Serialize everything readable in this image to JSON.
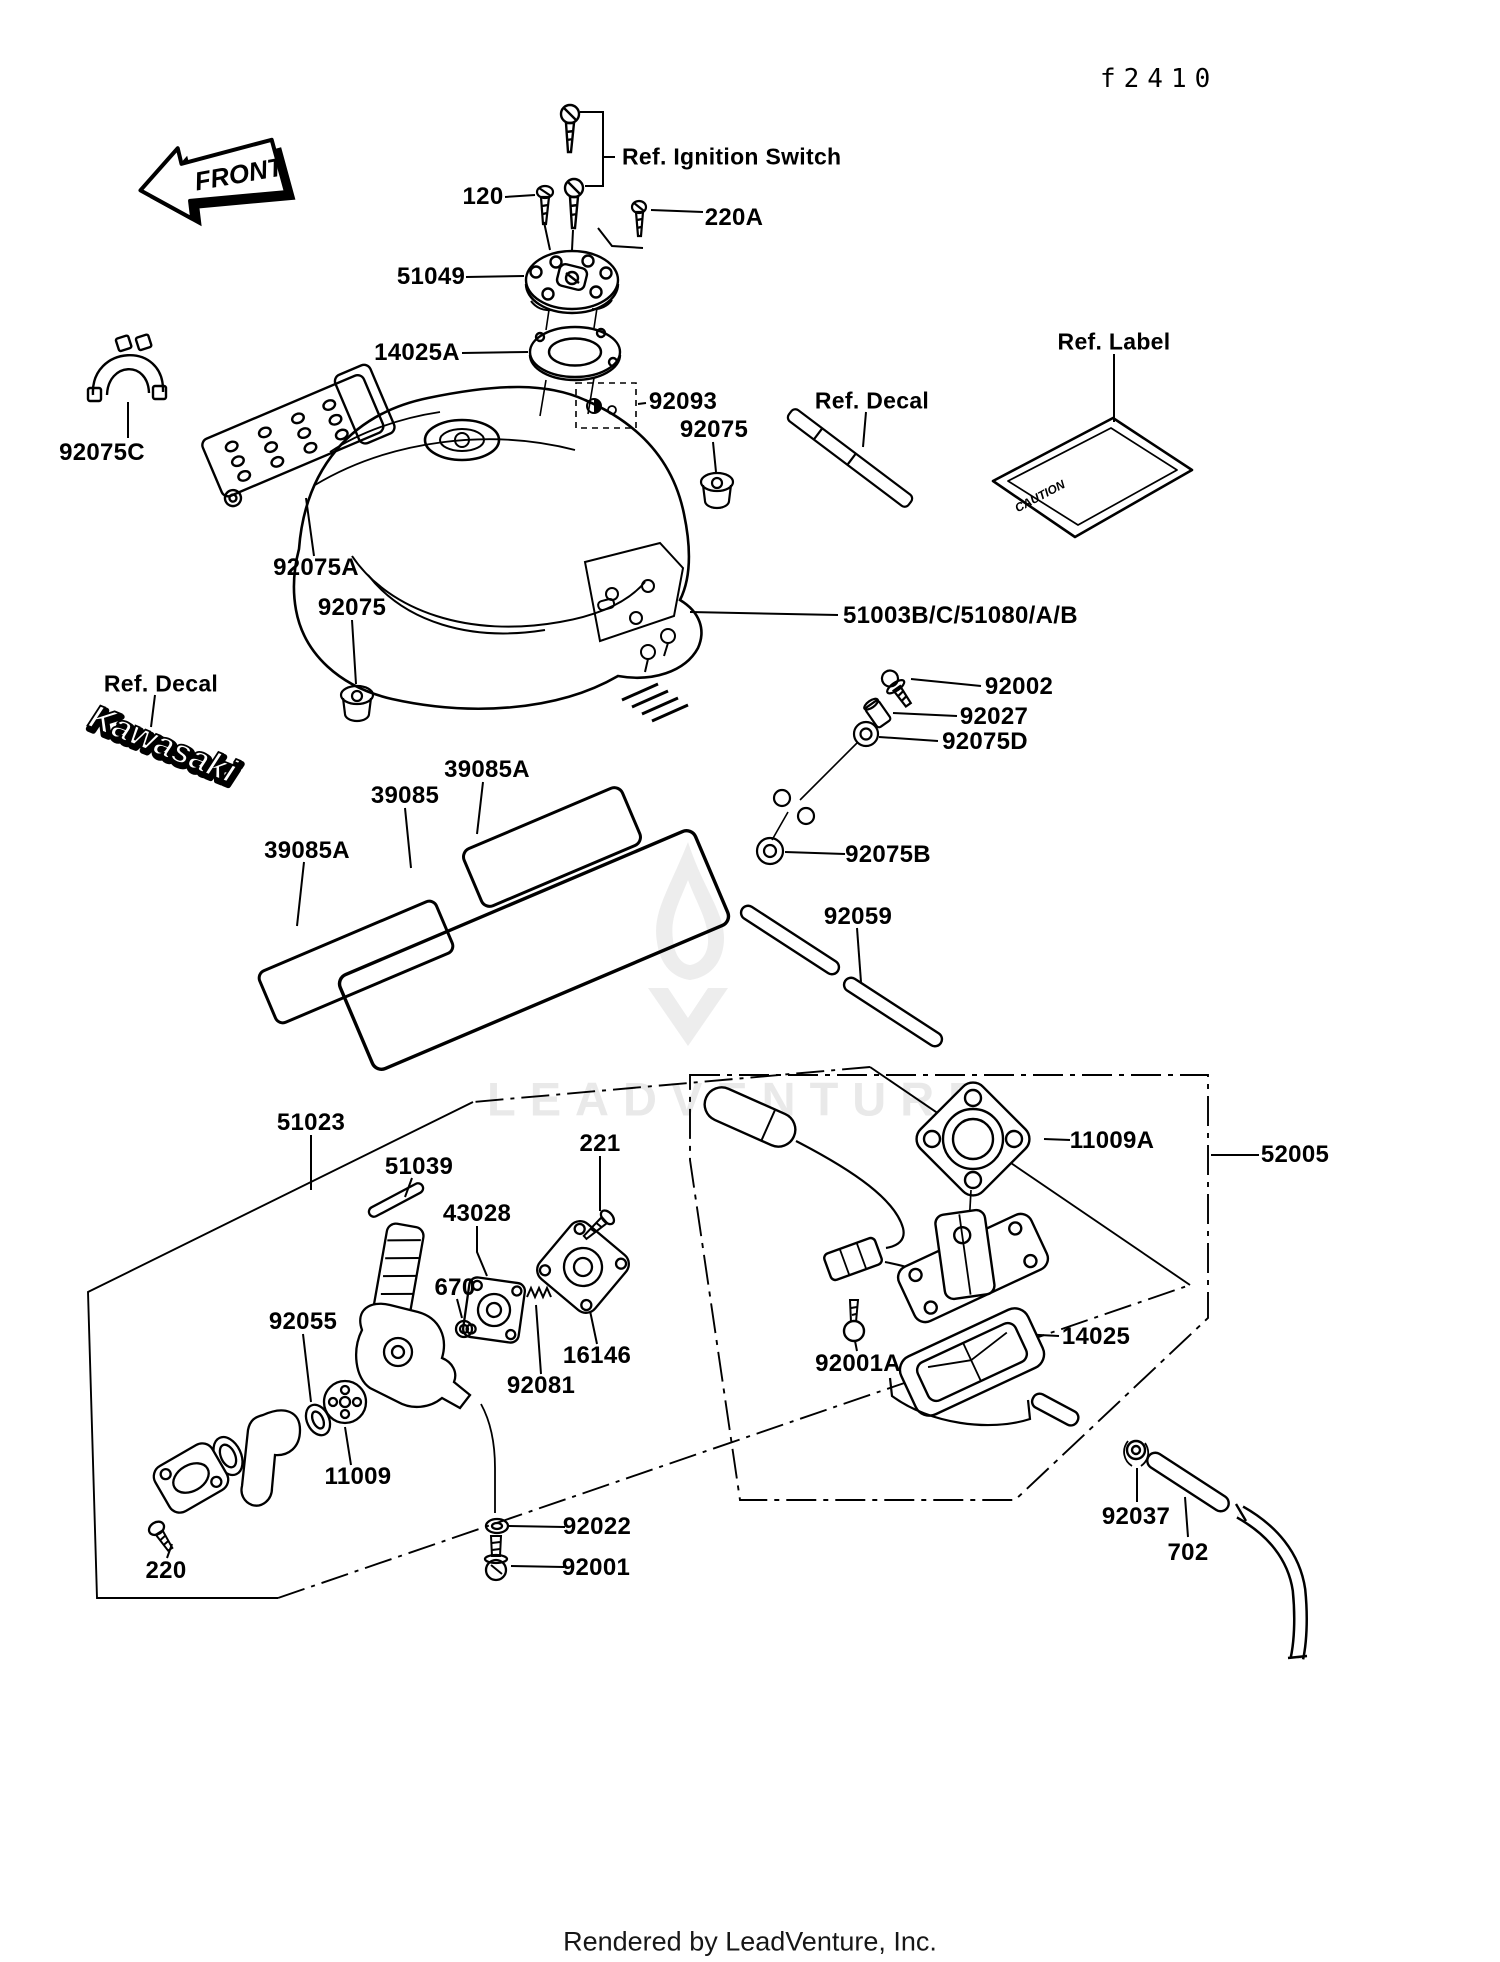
{
  "header": {
    "diagram_code": "f2410"
  },
  "footer": {
    "credit": "Rendered by LeadVenture, Inc."
  },
  "watermark": {
    "wordmark": "LEADVENTURE"
  },
  "front_badge": {
    "label": "FRONT"
  },
  "references": {
    "ignition_switch": "Ref. Ignition Switch",
    "decal_right": "Ref. Decal",
    "decal_left": "Ref. Decal",
    "label": "Ref. Label"
  },
  "decals": {
    "kawasaki": "Kawasaki",
    "caution": "CAUTION"
  },
  "parts": {
    "p120": "120",
    "p220a": "220A",
    "p51049": "51049",
    "p14025a": "14025A",
    "p92093": "92093",
    "p92075_cap": "92075",
    "p92075c": "92075C",
    "p92075a": "92075A",
    "p92075_left": "92075",
    "tank": "51003B/C/51080/A/B",
    "p92002": "92002",
    "p92027": "92027",
    "p92075d": "92075D",
    "p92075b": "92075B",
    "p92059": "92059",
    "p39085a_upper": "39085A",
    "p39085": "39085",
    "p39085a_lower": "39085A",
    "p51023": "51023",
    "p51039": "51039",
    "p221": "221",
    "p43028": "43028",
    "p670": "670",
    "p92055": "92055",
    "p16146": "16146",
    "p92081": "92081",
    "p11009": "11009",
    "p92022": "92022",
    "p92001": "92001",
    "p220": "220",
    "p11009a": "11009A",
    "p52005": "52005",
    "p14025": "14025",
    "p92001a": "92001A",
    "p92037": "92037",
    "p702": "702"
  }
}
